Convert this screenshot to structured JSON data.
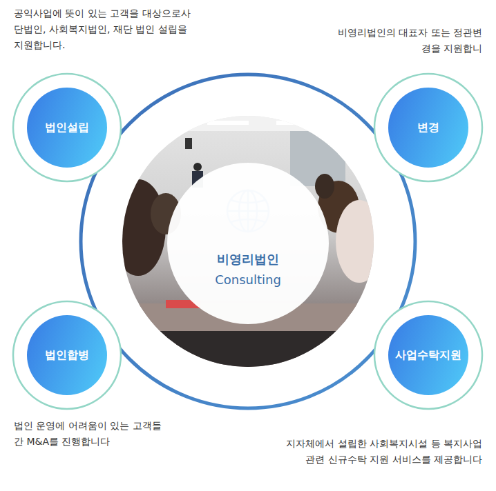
{
  "diagram": {
    "nodes": [
      {
        "text": [
          "비영리법인",
          "Consulting"
        ]
      },
      {
        "text": [
          "법인설립"
        ]
      },
      {
        "text": [
          "변경"
        ]
      },
      {
        "text": [
          "법인합병"
        ]
      },
      {
        "text": [
          "사업수탁지원"
        ]
      }
    ],
    "labels": [
      "공익사업에 뜻이 있는 고객을 대상으로사단법인, 사회복지법인, 재단 법인 설립을 지원합니다.",
      "비영리법인의 대표자 또는 정관변경을 지원합니",
      "법인 운영에 어려움이 있는 고객들 간 M&A를 진행합니다",
      "지자체에서 설립한 사회복지시설 등 복지사업 관련 신규수탁 지원 서비스를 제공합니다"
    ]
  }
}
